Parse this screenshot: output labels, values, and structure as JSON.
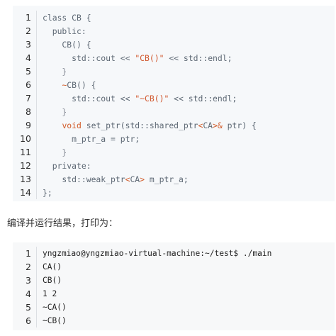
{
  "code_block_1": {
    "lines": [
      {
        "n": "1",
        "parts": [
          {
            "t": "class CB {",
            "c": ""
          }
        ]
      },
      {
        "n": "2",
        "parts": [
          {
            "t": "  public:",
            "c": ""
          }
        ]
      },
      {
        "n": "3",
        "parts": [
          {
            "t": "    CB() {",
            "c": ""
          }
        ]
      },
      {
        "n": "4",
        "parts": [
          {
            "t": "      std::cout << ",
            "c": ""
          },
          {
            "t": "\"CB()\"",
            "c": "str"
          },
          {
            "t": " << std::endl;",
            "c": ""
          }
        ]
      },
      {
        "n": "5",
        "parts": [
          {
            "t": "    }",
            "c": "dim"
          }
        ]
      },
      {
        "n": "6",
        "parts": [
          {
            "t": "    ~CB() {",
            "c": "kw-first"
          }
        ]
      },
      {
        "n": "7",
        "parts": [
          {
            "t": "      std::cout << ",
            "c": ""
          },
          {
            "t": "\"~CB()\"",
            "c": "str"
          },
          {
            "t": " << std::endl;",
            "c": ""
          }
        ]
      },
      {
        "n": "8",
        "parts": [
          {
            "t": "    }",
            "c": "dim"
          }
        ]
      },
      {
        "n": "9",
        "parts": [
          {
            "t": "    ",
            "c": ""
          },
          {
            "t": "void",
            "c": "kw"
          },
          {
            "t": " set_ptr(std::shared_ptr",
            "c": ""
          },
          {
            "t": "<",
            "c": "kw"
          },
          {
            "t": "CA",
            "c": ""
          },
          {
            "t": ">&",
            "c": "kw"
          },
          {
            "t": " ptr) {",
            "c": ""
          }
        ]
      },
      {
        "n": "10",
        "parts": [
          {
            "t": "      m_ptr_a = ptr;",
            "c": ""
          }
        ]
      },
      {
        "n": "11",
        "parts": [
          {
            "t": "    }",
            "c": "dim"
          }
        ]
      },
      {
        "n": "12",
        "parts": [
          {
            "t": "  private:",
            "c": ""
          }
        ]
      },
      {
        "n": "13",
        "parts": [
          {
            "t": "    std::weak_ptr",
            "c": ""
          },
          {
            "t": "<",
            "c": "kw"
          },
          {
            "t": "CA",
            "c": ""
          },
          {
            "t": ">",
            "c": "kw"
          },
          {
            "t": " m_ptr_a;",
            "c": ""
          }
        ]
      },
      {
        "n": "14",
        "parts": [
          {
            "t": "};",
            "c": ""
          }
        ]
      }
    ]
  },
  "caption": "编译并运行结果，打印为：",
  "code_block_2": {
    "lines": [
      {
        "n": "1",
        "parts": [
          {
            "t": "yngzmiao@yngzmiao-virtual-machine:~/test$ ./main",
            "c": ""
          }
        ]
      },
      {
        "n": "2",
        "parts": [
          {
            "t": "CA()",
            "c": ""
          }
        ]
      },
      {
        "n": "3",
        "parts": [
          {
            "t": "CB()",
            "c": ""
          }
        ]
      },
      {
        "n": "4",
        "parts": [
          {
            "t": "1 2",
            "c": ""
          }
        ]
      },
      {
        "n": "5",
        "parts": [
          {
            "t": "~CA()",
            "c": ""
          }
        ]
      },
      {
        "n": "6",
        "parts": [
          {
            "t": "~CB()",
            "c": ""
          }
        ]
      }
    ]
  },
  "colors": {
    "keyword": "#d15a28",
    "string": "#d0552b",
    "code_text": "#5c6773",
    "block_bg": "#f6f8fa"
  }
}
